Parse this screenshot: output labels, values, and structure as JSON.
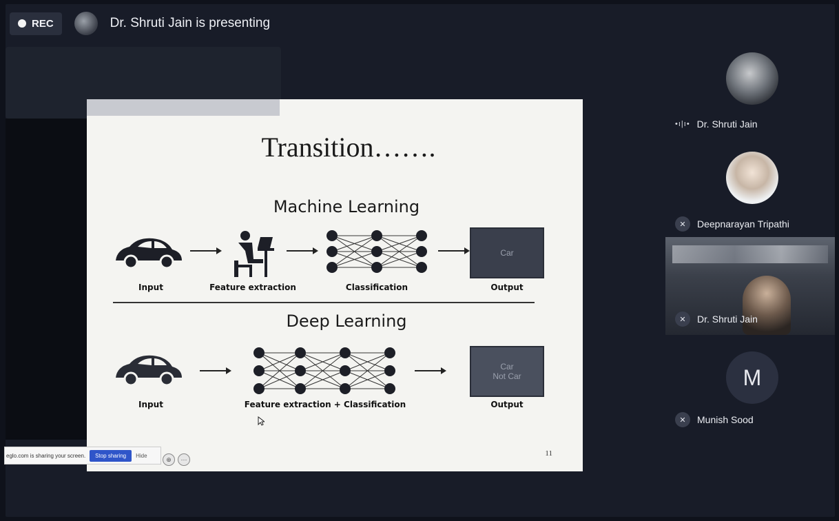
{
  "topbar": {
    "rec_label": "REC",
    "presenting_text": "Dr. Shruti Jain is presenting"
  },
  "slide": {
    "title": "Transition…….",
    "ml": {
      "title": "Machine Learning",
      "labels": [
        "Input",
        "Feature extraction",
        "Classification",
        "Output"
      ],
      "output_text": "Car"
    },
    "dl": {
      "title": "Deep Learning",
      "labels": [
        "Input",
        "Feature extraction + Classification",
        "Output"
      ],
      "output_text": [
        "Car",
        "Not Car"
      ]
    },
    "page_number": "11"
  },
  "share_bar": {
    "message": "eglo.com is sharing your screen.",
    "stop_label": "Stop sharing",
    "hide_label": "Hide"
  },
  "participants": [
    {
      "name": "Dr. Shruti Jain",
      "mic": "speaking"
    },
    {
      "name": "Deepnarayan Tripathi",
      "mic": "muted"
    },
    {
      "name": "Dr. Shruti Jain",
      "mic": "muted"
    },
    {
      "name": "Munish Sood",
      "mic": "muted",
      "initial": "M"
    }
  ],
  "icons": {
    "mic_muted": "mic-off-icon",
    "mic_active": "audio-wave-icon"
  }
}
